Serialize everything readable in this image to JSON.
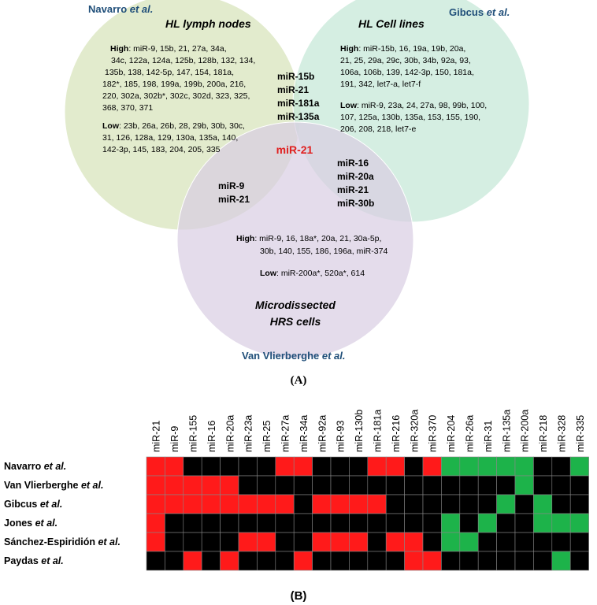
{
  "venn": {
    "authors": {
      "navarro": [
        "Navarro ",
        "et al."
      ],
      "gibcus": [
        "Gibcus ",
        "et al."
      ],
      "vanvlierberghe": [
        "Van Vlierberghe ",
        "et al."
      ]
    },
    "titles": {
      "lymph": "HL lymph nodes",
      "cell": "HL Cell lines",
      "micro_line1": "Microdissected",
      "micro_line2": "HRS cells"
    },
    "lymph": {
      "high_label": "High",
      "high_lines": [
        ": miR-9, 15b, 21, 27a,  34a,",
        "34c, 122a, 124a, 125b, 128b, 132, 134,",
        "135b, 138, 142-5p, 147, 154, 181a,",
        "182*, 185, 198, 199a, 199b, 200a, 216,",
        "220, 302a, 302b*, 302c, 302d, 323, 325,",
        "368, 370, 371"
      ],
      "low_label": "Low",
      "low_lines": [
        ": 23b, 26a, 26b, 28, 29b, 30b, 30c,",
        "31, 126, 128a, 129, 130a, 135a, 140,",
        "142-3p, 145, 183, 204, 205, 335"
      ]
    },
    "cell": {
      "high_label": "High",
      "high_lines": [
        ": miR-15b, 16, 19a, 19b, 20a,",
        "21, 25, 29a, 29c, 30b, 34b, 92a, 93,",
        "106a, 106b,  139, 142-3p, 150, 181a,",
        "191, 342,  let7-a, let7-f"
      ],
      "low_label": "Low",
      "low_lines": [
        ": miR-9,  23a, 24, 27a, 98, 99b, 100,",
        "107, 125a, 130b, 135a, 153, 155, 190,",
        "206, 208,  218, let7-e"
      ]
    },
    "micro": {
      "high_label": "High",
      "high_lines": [
        ": miR-9, 16, 18a*, 20a, 21, 30a-5p,",
        "30b, 140, 155, 186, 196a,  miR-374"
      ],
      "low_label": "Low",
      "low_lines": [
        ": miR-200a*, 520a*,  614"
      ]
    },
    "overlap_lymph_cell": [
      "miR-15b",
      "miR-21",
      "miR-181a",
      "miR-135a"
    ],
    "overlap_lymph_micro": [
      "miR-9",
      "miR-21"
    ],
    "overlap_cell_micro": [
      "miR-16",
      "miR-20a",
      "miR-21",
      "miR-30b"
    ],
    "center": "miR-21",
    "panel_label": "(A)",
    "colors": {
      "lymph_fill": "#dde8c4",
      "cell_fill": "#c7e8d8",
      "micro_fill": "#d9cde3",
      "author": "#1f4e79",
      "center": "#e02020"
    }
  },
  "heatmap": {
    "columns": [
      "miR-21",
      "miR-9",
      "miR-155",
      "miR-16",
      "miR-20a",
      "miR-23a",
      "miR-25",
      "miR-27a",
      "miR-34a",
      "miR-92a",
      "miR-93",
      "miR-130b",
      "miR-181a",
      "miR-216",
      "miR-320a",
      "miR-370",
      "miR-204",
      "miR-26a",
      "miR-31",
      "miR-135a",
      "miR-200a",
      "miR-218",
      "miR-328",
      "miR-335"
    ],
    "rows": [
      {
        "label": [
          "Navarro ",
          "et al."
        ],
        "cells": "RRBBBBBRRBBBRRBRGGGGGBBG"
      },
      {
        "label": [
          "Van Vlierberghe ",
          "et al."
        ],
        "cells": "RRRRRBBBBBBBBBBBBBBBGBBB"
      },
      {
        "label": [
          "Gibcus ",
          "et al."
        ],
        "cells": "RRRRRRRRBRRRRBBBBBBGBGBB"
      },
      {
        "label": [
          "Jones ",
          "et al."
        ],
        "cells": "RBBBBBBBBBBBBBBBGBGBBGGG"
      },
      {
        "label": [
          "Sánchez-Espiridión ",
          "et al."
        ],
        "cells": "RBBBBRRBBRRRBRRBGGBBBBBB"
      },
      {
        "label": [
          "Paydas ",
          "et al."
        ],
        "cells": "BBRBRBBBRBBBBBRRBBBBBBGB"
      }
    ],
    "legend_codes": {
      "R": "#ff1a1a",
      "G": "#1db34a",
      "B": "#000000"
    },
    "panel_label": "(B)"
  }
}
